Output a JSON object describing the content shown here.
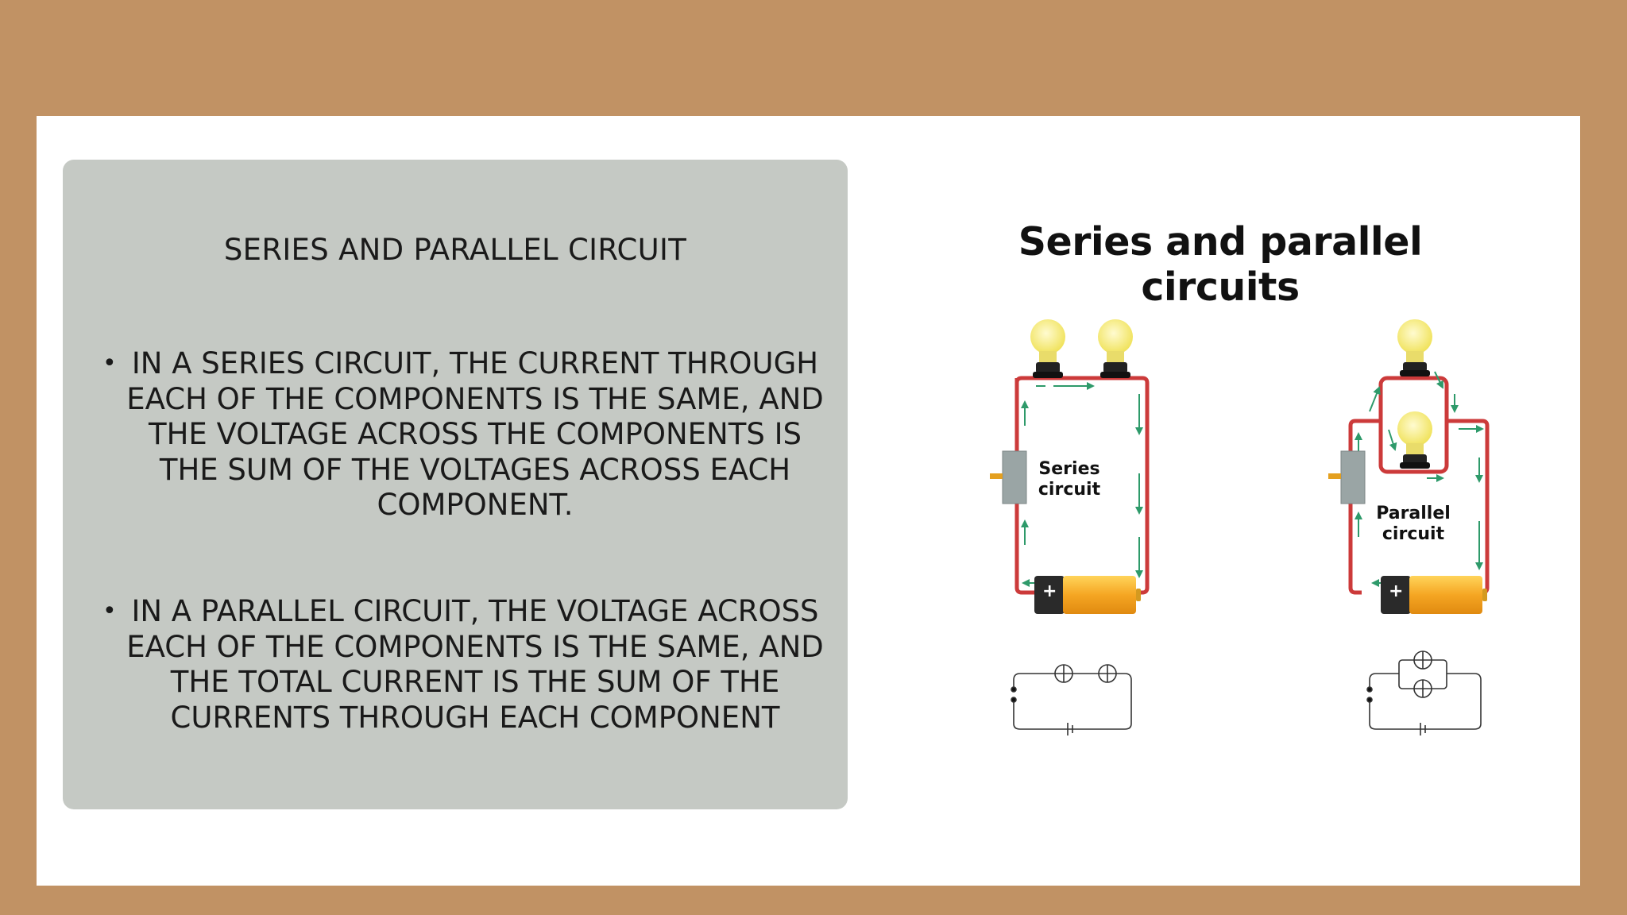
{
  "slide": {
    "panel_title": "SERIES AND PARALLEL CIRCUIT",
    "bullets": [
      {
        "lines": [
          "IN A SERIES CIRCUIT, THE CURRENT THROUGH",
          "EACH OF THE COMPONENTS IS THE SAME, AND",
          "THE VOLTAGE ACROSS THE COMPONENTS IS",
          "THE SUM OF THE VOLTAGES ACROSS EACH",
          "COMPONENT."
        ]
      },
      {
        "lines": [
          "IN A PARALLEL CIRCUIT, THE VOLTAGE ACROSS",
          "EACH OF THE  COMPONENTS IS THE SAME, AND",
          "THE TOTAL CURRENT IS THE SUM OF THE",
          "CURRENTS THROUGH EACH COMPONENT"
        ]
      }
    ]
  },
  "figure": {
    "title": "Series and parallel circuits",
    "series_label": [
      "Series",
      "circuit"
    ],
    "parallel_label": [
      "Parallel",
      "circuit"
    ],
    "battery_symbol": "+"
  },
  "colors": {
    "background": "#c19264",
    "panel": "#c5c9c4",
    "wire": "#cc3a3a",
    "arrow": "#2e9a6a",
    "bulb": "#f2e86a",
    "battery": "#f5a623"
  },
  "icons": [
    "bullet-dot",
    "light-bulb-icon",
    "battery-icon",
    "switch-icon"
  ]
}
